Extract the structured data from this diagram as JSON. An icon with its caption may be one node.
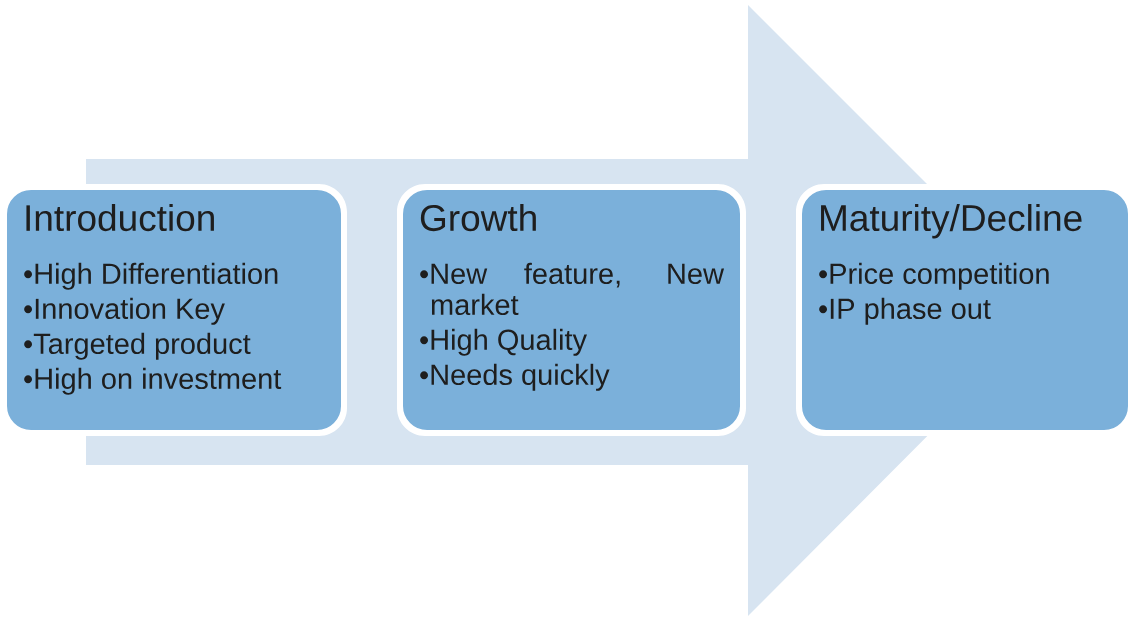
{
  "diagram": {
    "nodes": [
      {
        "text": [
          "Introduction",
          "•High Differentiation",
          "•Innovation Key",
          "•Targeted product",
          "•High on investment"
        ]
      },
      {
        "text": [
          "Growth",
          "•New feature, New market",
          "•High Quality",
          "•Needs quickly"
        ]
      },
      {
        "text": [
          "Maturity/Decline",
          "•Price competition",
          "•IP phase out"
        ]
      }
    ],
    "edges": [
      {
        "from": 0,
        "to": 2,
        "arrow": "to"
      }
    ]
  }
}
